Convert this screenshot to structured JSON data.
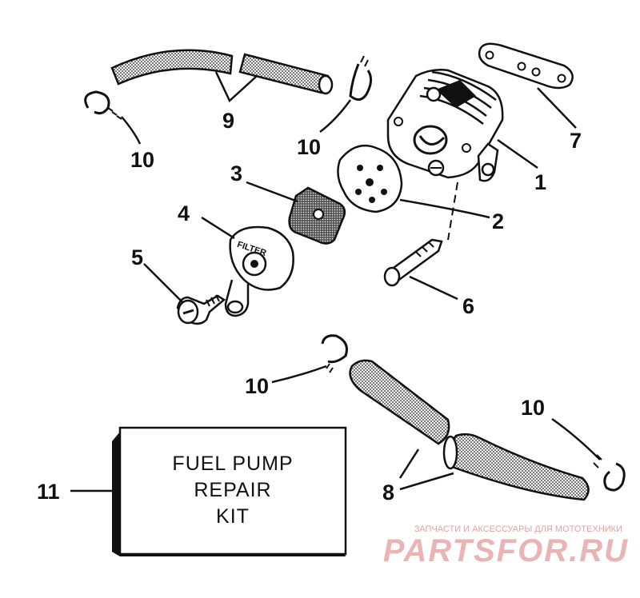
{
  "callouts": {
    "c1": "1",
    "c2": "2",
    "c3": "3",
    "c4": "4",
    "c5": "5",
    "c6": "6",
    "c7": "7",
    "c8": "8",
    "c9": "9",
    "c10a": "10",
    "c10b": "10",
    "c10c": "10",
    "c10d": "10",
    "c11": "11"
  },
  "kit_box": {
    "line1": "FUEL PUMP",
    "line2": "REPAIR",
    "line3": "KIT"
  },
  "filter_cap_text": "FILTER",
  "watermark": {
    "tagline": "ЗАПЧАСТИ И АКСЕССУАРЫ ДЛЯ МОТОТЕХНИКИ",
    "brand": "PARTSFOR.RU"
  },
  "colors": {
    "ink": "#111111",
    "watermark": "#e7a2a2"
  }
}
